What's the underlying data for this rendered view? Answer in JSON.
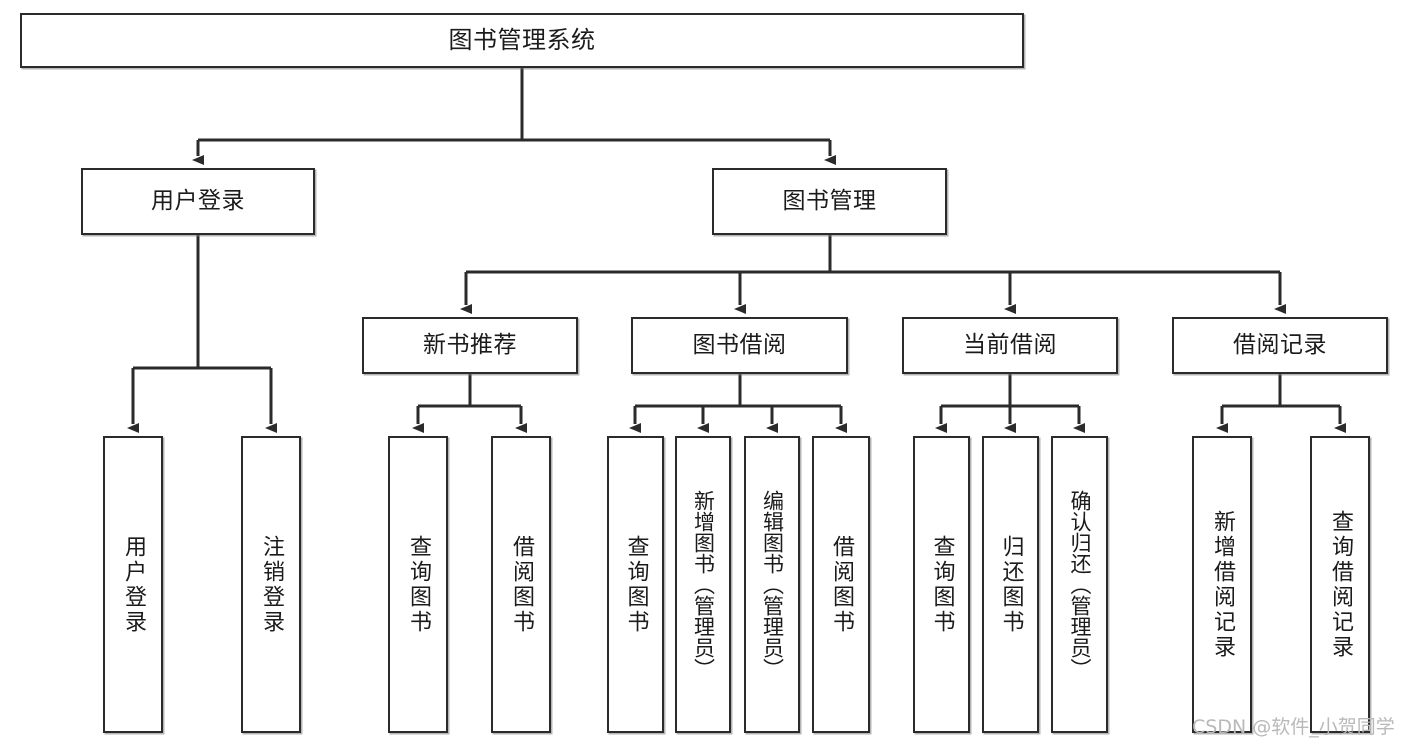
{
  "diagram": {
    "title": "图书管理系统",
    "type": "functional-structure-tree",
    "watermark": "CSDN @软件_小贺同学",
    "colors": {
      "background": "#ffffff",
      "node_border": "#2b2b2b",
      "node_fill": "#ffffff",
      "edge": "#2b2b2b",
      "watermark": "#b9b9b9"
    }
  },
  "nodes": {
    "root": {
      "label": "图书管理系统"
    },
    "level2": [
      {
        "label": "用户登录"
      },
      {
        "label": "图书管理"
      }
    ],
    "level3": [
      {
        "label": "新书推荐"
      },
      {
        "label": "图书借阅"
      },
      {
        "label": "当前借阅"
      },
      {
        "label": "借阅记录"
      }
    ],
    "leaves": {
      "user_login": [
        {
          "label": "用户登录"
        },
        {
          "label": "注销登录"
        }
      ],
      "new_book": [
        {
          "label": "查询图书"
        },
        {
          "label": "借阅图书"
        }
      ],
      "book_borrow": [
        {
          "label": "查询图书"
        },
        {
          "label": "新增图书（管理员）"
        },
        {
          "label": "编辑图书（管理员）"
        },
        {
          "label": "借阅图书"
        }
      ],
      "current_borrow": [
        {
          "label": "查询图书"
        },
        {
          "label": "归还图书"
        },
        {
          "label": "确认归还（管理员）"
        }
      ],
      "borrow_record": [
        {
          "label": "新增借阅记录"
        },
        {
          "label": "查询借阅记录"
        }
      ]
    }
  }
}
